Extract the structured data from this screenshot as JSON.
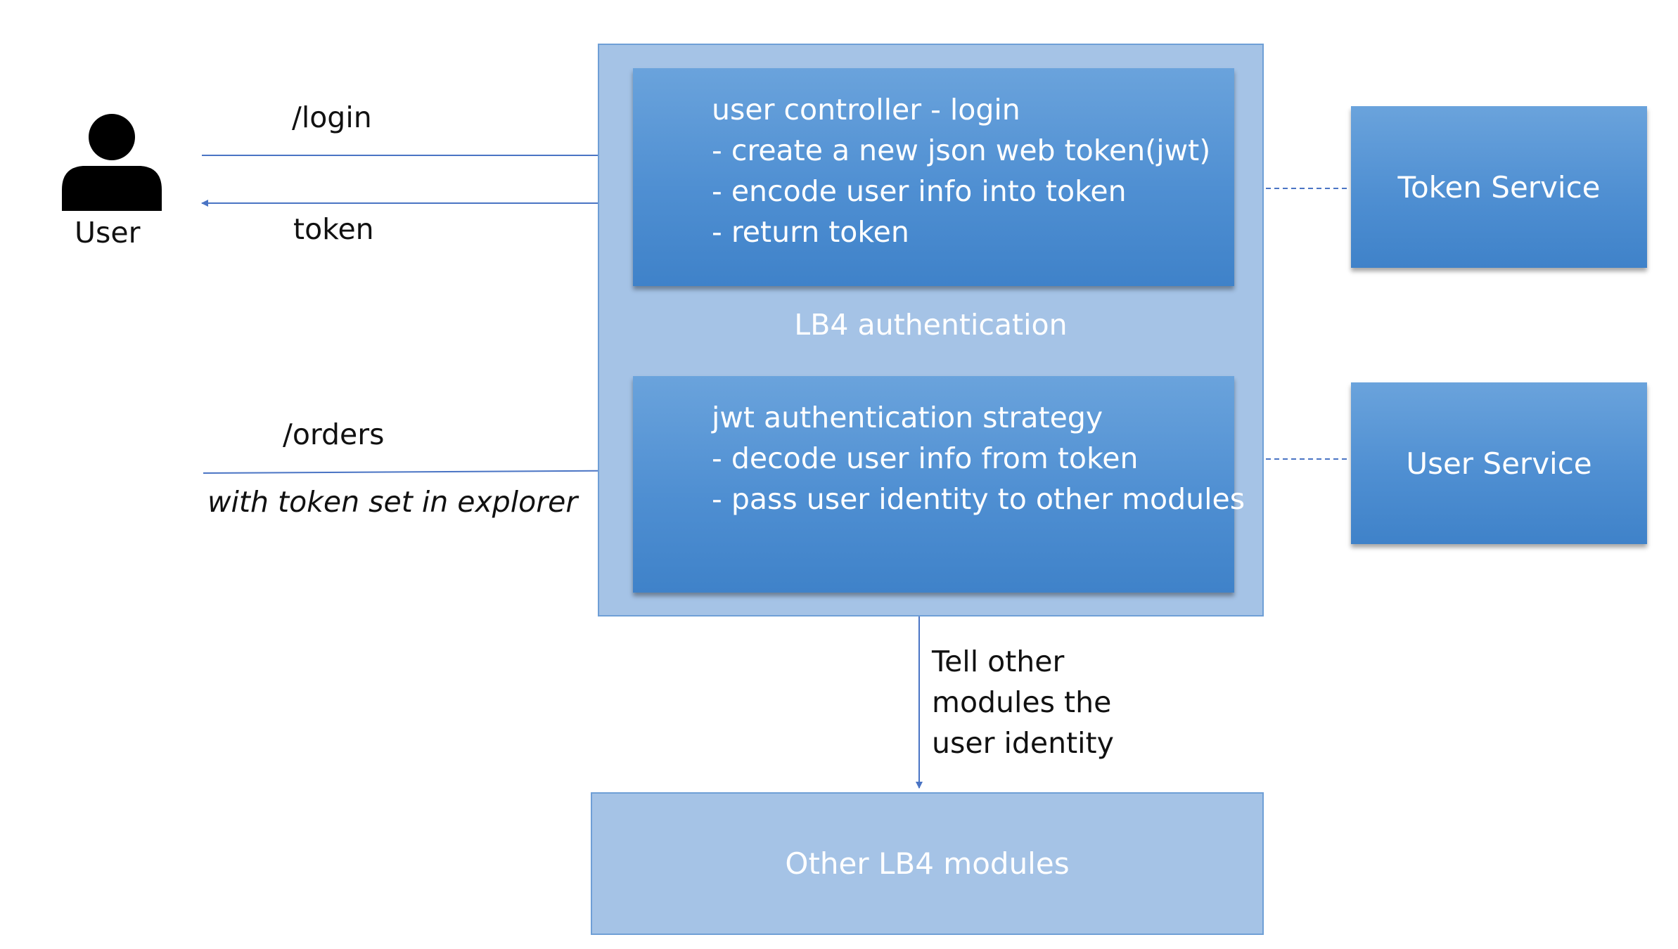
{
  "actor": {
    "label": "User",
    "icon": "user-icon"
  },
  "flows": {
    "login_request": "/login",
    "login_response": "token",
    "orders_request": "/orders",
    "orders_note": "with token set in explorer"
  },
  "lb4_authentication": {
    "label": "LB4 authentication",
    "user_controller": {
      "title": "user controller - login",
      "steps": [
        "- create a new json web token(jwt)",
        "- encode user info into token",
        "- return token"
      ]
    },
    "jwt_strategy": {
      "title": "jwt authentication strategy",
      "steps": [
        "- decode user info from token",
        "- pass user identity to other modules"
      ]
    }
  },
  "services": {
    "token_service": "Token Service",
    "user_service": "User Service"
  },
  "downstream": {
    "note_lines": [
      "Tell other",
      "modules the",
      "user identity"
    ],
    "target": "Other LB4 modules"
  },
  "colors": {
    "container_fill": "#a5c3e6",
    "container_border": "#6f9fd6",
    "box_fill": "#4f8fd2",
    "connector": "#4a74c4"
  }
}
